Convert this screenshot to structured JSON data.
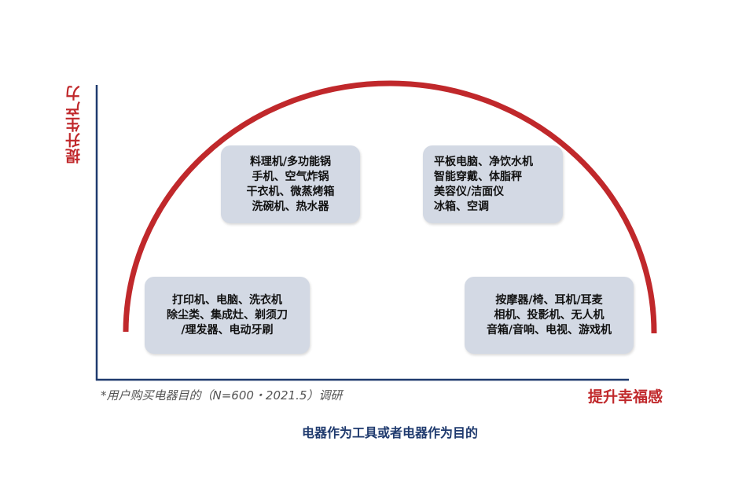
{
  "axes": {
    "y_label": "提升生产力",
    "x_label": "提升幸福感"
  },
  "boxes": [
    {
      "lines": [
        "打印机、电脑、洗衣机",
        "除尘类、集成灶、剃须刀",
        "/理发器、电动牙刷"
      ]
    },
    {
      "lines": [
        "料理机/多功能锅",
        "手机、空气炸锅",
        "干衣机、微蒸烤箱",
        "洗碗机、热水器"
      ]
    },
    {
      "lines": [
        "平板电脑、净饮水机",
        "智能穿戴、体脂秤",
        "美容仪/洁面仪",
        "冰箱、空调"
      ]
    },
    {
      "lines": [
        "按摩器/椅、耳机/耳麦",
        "相机、投影机、无人机",
        "音箱/音响、电视、游戏机"
      ]
    }
  ],
  "footnote": "*用户购买电器目的（N=600・2021.5）调研",
  "title": "电器作为工具或者电器作为目的",
  "colors": {
    "arc": "#c0282b",
    "axis": "#1f3a6e",
    "box": "#d3d9e4"
  }
}
